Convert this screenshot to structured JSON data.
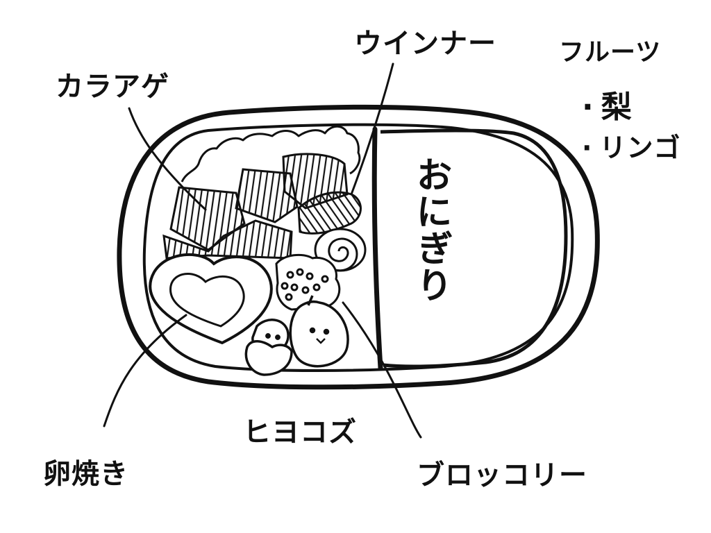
{
  "labels": {
    "karaage": "カラアゲ",
    "wiener": "ウインナー",
    "fruits_title": "フルーツ",
    "fruit_pear": "梨",
    "fruit_apple": "リンゴ",
    "onigiri": "おにぎり",
    "tamagoyaki": "卵焼き",
    "hiyoko": "ヒヨコズ",
    "broccoli": "ブロッコリー"
  },
  "colors": {
    "ink": "#111111",
    "paper": "#ffffff"
  }
}
